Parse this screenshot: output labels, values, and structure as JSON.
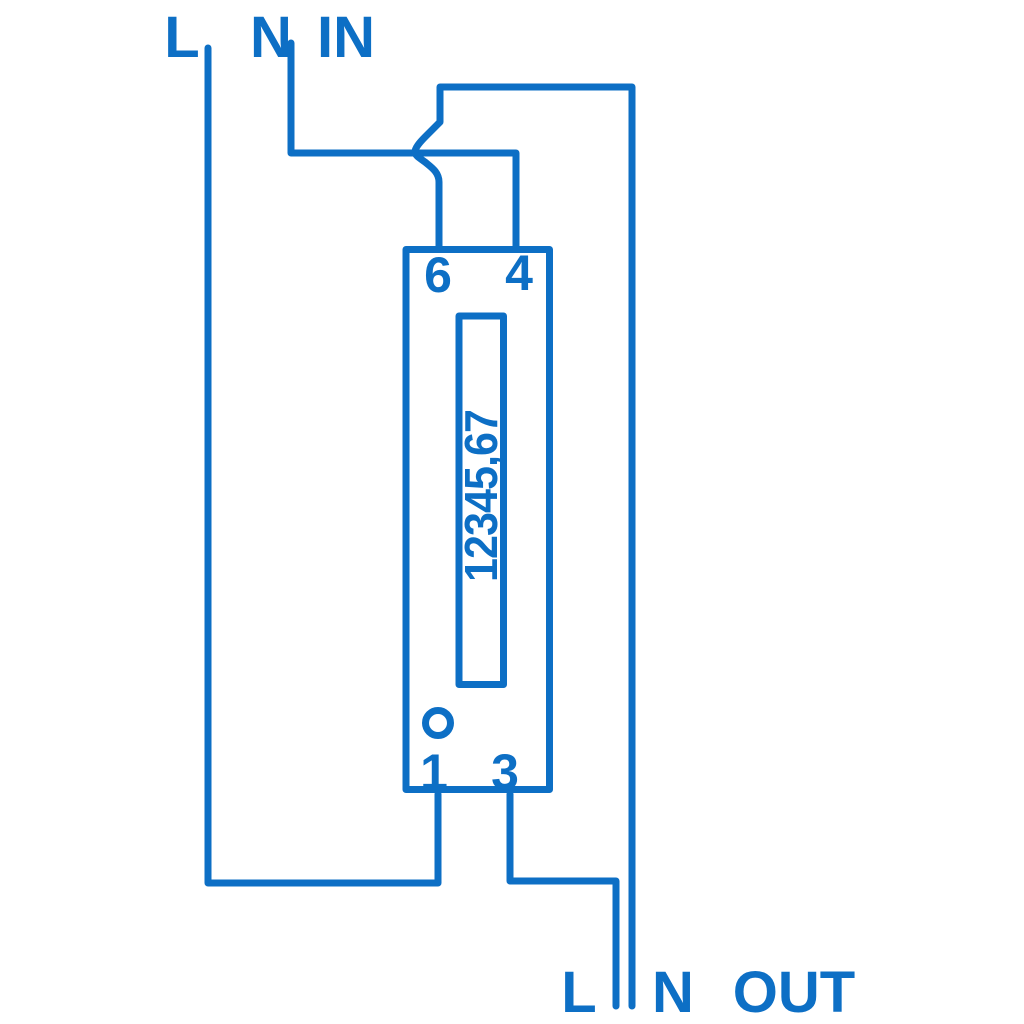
{
  "diagram": {
    "accent_color": "#0d6fc5",
    "input": {
      "line_label": "L",
      "neutral_label": "N",
      "group_label": "IN"
    },
    "output": {
      "line_label": "L",
      "neutral_label": "N",
      "group_label": "OUT"
    },
    "meter": {
      "terminal_top_left": "6",
      "terminal_top_right": "4",
      "terminal_bottom_left": "1",
      "terminal_bottom_right": "3",
      "display_reading": "12345,67"
    }
  }
}
